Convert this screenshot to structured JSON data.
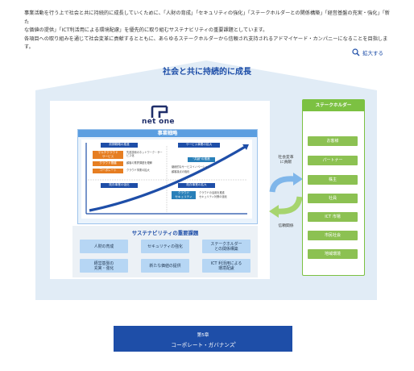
{
  "intro": {
    "line1": "事業活動を行う上で社会と共に持続的に成長していくために、「人財の育成」「セキュリティの強化」「ステークホルダーとの関係構築」「経営基盤の充実・強化」「新た",
    "line2": "な価値の提供」「ICT利活用による環境配慮」を優先的に取り組むサステナビリティの重要課題としています。",
    "line3": "各項目への取り組みを通じて社会変革に貢献するとともに、あらゆるステークホルダーから信頼され支持されるアドマイヤード・カンパニーになることを目指します。"
  },
  "enlarge_label": "拡大する",
  "figure": {
    "title": "社会と共に持続的に成長",
    "logo_text": "net one",
    "strategy": {
      "title": "事業戦略",
      "quad_tl": "前期戦略の推進",
      "quad_tr": "サービス事業の拡大",
      "quad_bl": "既存事業の強化",
      "quad_br": "既存事業の拡大",
      "chip_1": "マルチクラウド\nサービス",
      "chip_2": "クラウド基盤",
      "chip_3": "コーポレート",
      "chip_4": "クラウド\nセキュリティ",
      "chip_5": "\"共創\"の推進",
      "tl_text_1": "先進技術のネットワーク・サービス化",
      "tl_text_2": "顧客の業界課題を理解",
      "tl_text_3": "クラウド事業の拡大",
      "tr_text_1": "継続的なサービスイノベーション",
      "tr_text_2": "顧客接点の強化",
      "br_text_1": "クラウドの活用を推進",
      "br_text_2": "セキュリティ対策の強化"
    },
    "issues": {
      "title": "サステナビリティの重要課題",
      "items": [
        "人財の育成",
        "セキュリティの強化",
        "ステークホルダー\nとの関係構築",
        "経営基盤の\n充実・強化",
        "新たな価値の提供",
        "ICT 利活用による\n環境配慮"
      ]
    },
    "arrow_top_label": "社会変革\nに貢献",
    "arrow_bottom_label": "信頼関係",
    "stakeholders": {
      "title": "ステークホルダー",
      "items": [
        "お客様",
        "パートナー",
        "株主",
        "社員",
        "ICT 市場",
        "市民社会",
        "地域環境"
      ]
    }
  },
  "chapter": {
    "number": "第5章",
    "name": "コーポレート・ガバナンス",
    "chevron": "›"
  },
  "colors": {
    "brand_blue": "#1e4ea8",
    "light_blue": "#5b9ee0",
    "stakeholder_green": "#7cc142",
    "house_bg": "#e1ecf6"
  }
}
